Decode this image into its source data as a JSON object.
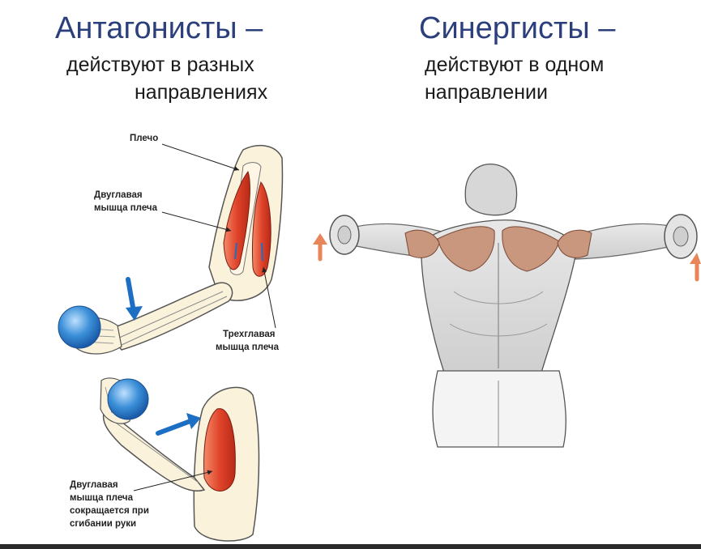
{
  "left": {
    "heading": "Антагонисты –",
    "sub_line1": "действуют в разных",
    "sub_line2": "направлениях",
    "labels": {
      "shoulder": "Плечо",
      "biceps_line1": "Двуглавая",
      "biceps_line2": "мышца плеча",
      "triceps_line1": "Трехглавая",
      "triceps_line2": "мышца плеча",
      "biceps_contract_line1": "Двуглавая",
      "biceps_contract_line2": "мышца плеча",
      "biceps_contract_line3": "сокращается при",
      "biceps_contract_line4": "сгибании руки"
    }
  },
  "right": {
    "heading": "Синергисты –",
    "sub_line1": "действуют в одном",
    "sub_line2": "направлении"
  },
  "colors": {
    "heading": "#2b3f7c",
    "muscle_red": "#e0442a",
    "arrow_blue": "#1d6fc4",
    "ball_blue": "#3b8fd8",
    "arrow_orange": "#e9855a"
  }
}
